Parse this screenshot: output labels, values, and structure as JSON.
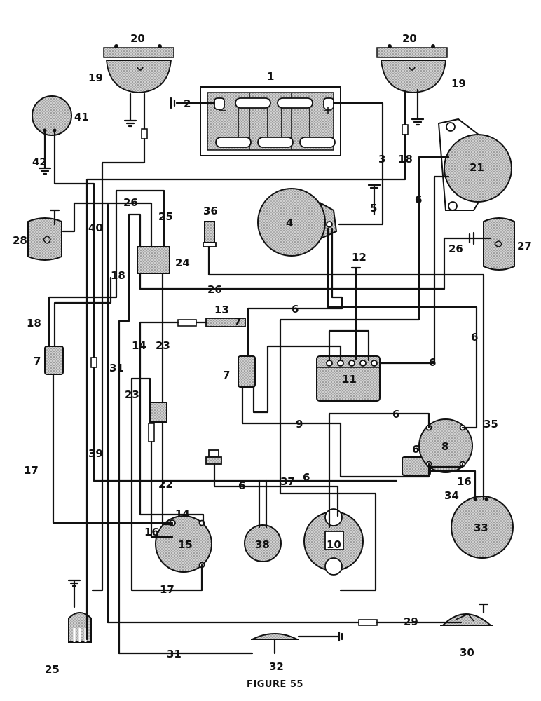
{
  "figure": {
    "caption": "FIGURE 55"
  },
  "labels": {
    "l1": "1",
    "l2": "2",
    "l3": "3",
    "l4": "4",
    "l5": "5",
    "l6a": "6",
    "l6b": "6",
    "l6c": "6",
    "l6d": "6",
    "l6e": "6",
    "l6f": "6",
    "l6g": "6",
    "l6h": "6",
    "l7a": "7",
    "l7b": "7",
    "l7c": "7",
    "l8": "8",
    "l9": "9",
    "l10": "10",
    "l11": "11",
    "l12": "12",
    "l13": "13",
    "l14a": "14",
    "l14b": "14",
    "l15": "15",
    "l16a": "16",
    "l16b": "16",
    "l17a": "17",
    "l17b": "17",
    "l18a": "18",
    "l18b": "18",
    "l18c": "18",
    "l19a": "19",
    "l19b": "19",
    "l20a": "20",
    "l20b": "20",
    "l21": "21",
    "l22": "22",
    "l23a": "23",
    "l23b": "23",
    "l24": "24",
    "l25a": "25",
    "l25b": "25",
    "l26a": "26",
    "l26b": "26",
    "l26c": "26",
    "l27": "27",
    "l28": "28",
    "l29": "29",
    "l30": "30",
    "l31a": "31",
    "l31b": "31",
    "l32": "32",
    "l33": "33",
    "l34": "34",
    "l35": "35",
    "l36": "36",
    "l37": "37",
    "l38": "38",
    "l39": "39",
    "l40": "40",
    "l41": "41",
    "l42": "42"
  },
  "colors": {
    "ink": "#111111",
    "fill": "#c9c9c9",
    "paper": "#ffffff"
  }
}
